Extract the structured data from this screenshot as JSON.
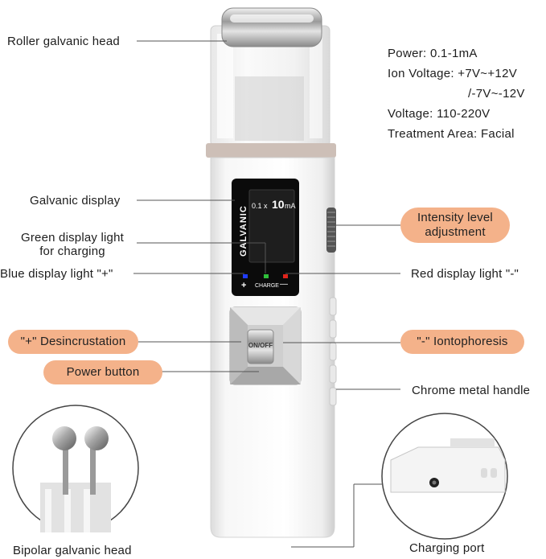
{
  "callouts": {
    "roller_head": "Roller galvanic head",
    "galvanic_display": "Galvanic display",
    "green_light_line1": "Green display light",
    "green_light_line2": "for charging",
    "blue_light": "Blue display light \"+\"",
    "desincrustation": "\"+\" Desincrustation",
    "power_button": "Power button",
    "intensity_line1": "Intensity level",
    "intensity_line2": "adjustment",
    "red_light": "Red display light \"-\"",
    "iontophoresis": "\"-\" Iontophoresis",
    "chrome_handle": "Chrome metal handle",
    "bipolar_head": "Bipolar galvanic head",
    "charging_port": "Charging port"
  },
  "specs": [
    "Power: 0.1-1mA",
    "Ion Voltage: +7V~+12V",
    "/-7V~-12V",
    "Voltage: 110-220V",
    "Treatment Area: Facial"
  ],
  "device": {
    "brand": "GALVANIC",
    "readout_prefix": "0.1 x",
    "readout_value": "10",
    "readout_unit": "mA",
    "plus_sign": "+",
    "minus_sign": "—",
    "charge_label": "CHARGE",
    "button_label": "ON/OFF"
  },
  "colors": {
    "pill": "#f4b28a",
    "blue_light": "#1f3cff",
    "green_light": "#2fbf3a",
    "red_light": "#e0241b"
  }
}
